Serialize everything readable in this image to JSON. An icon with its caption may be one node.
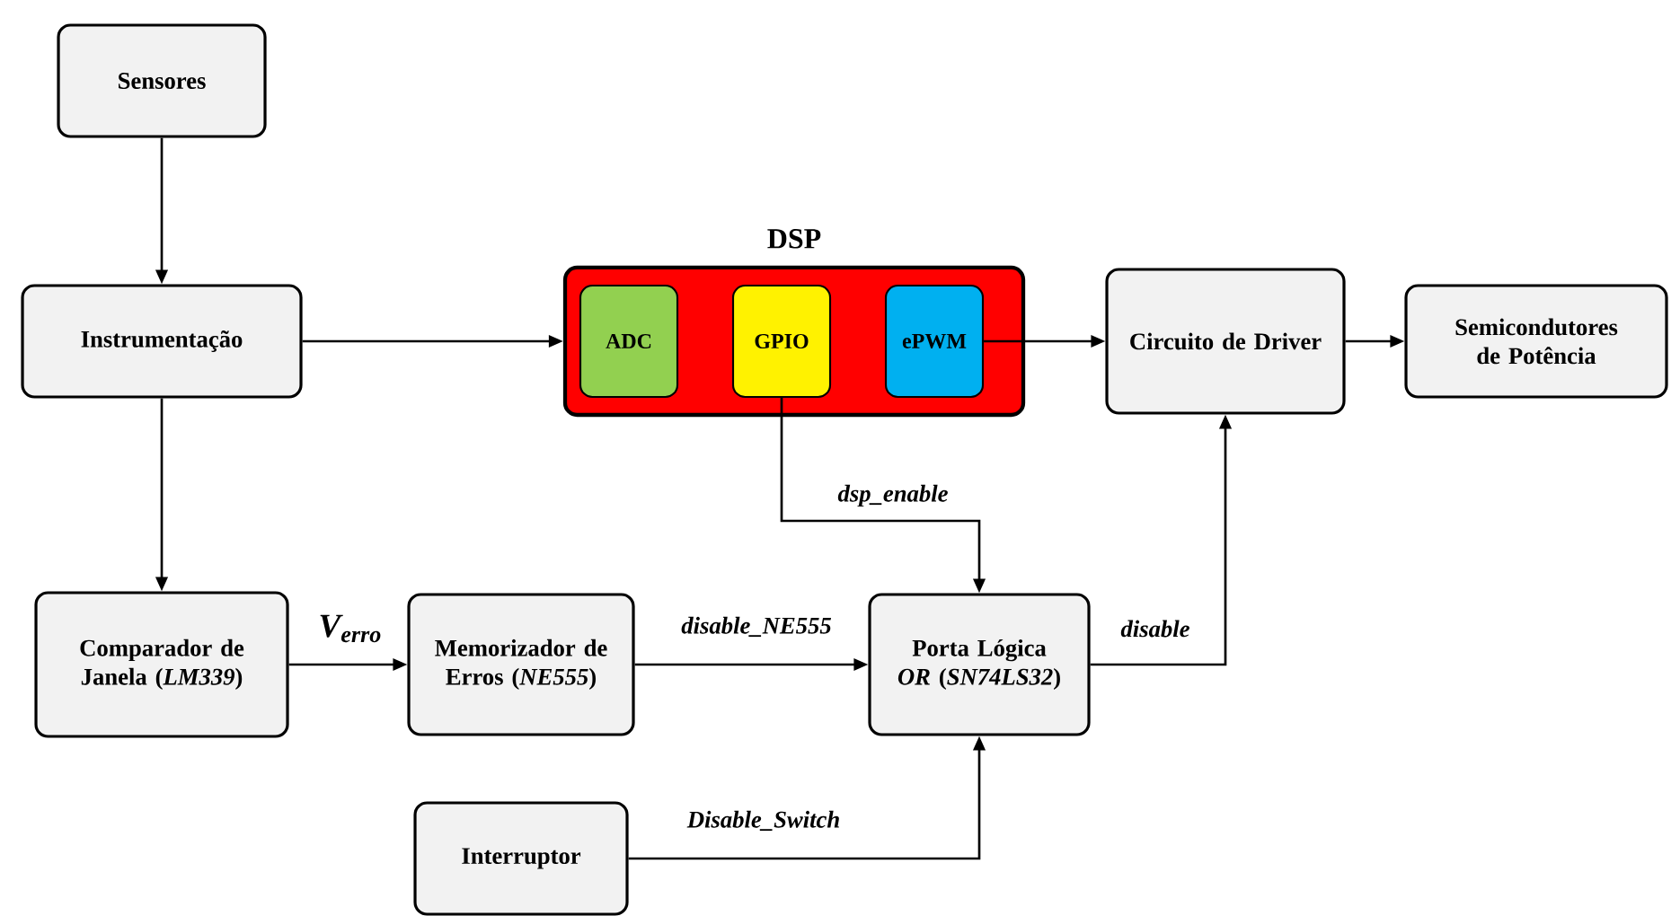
{
  "diagram": {
    "nodes": [
      {
        "text": [
          "Sensores"
        ]
      },
      {
        "text": [
          "Instrumentação"
        ]
      },
      {
        "text": [
          "DSP"
        ]
      },
      {
        "text": [
          "ADC"
        ],
        "in": 2
      },
      {
        "text": [
          "GPIO"
        ],
        "in": 2
      },
      {
        "text": [
          "ePWM"
        ],
        "in": 2
      },
      {
        "text": [
          "Circuito de Driver"
        ]
      },
      {
        "text": [
          "Semicondutores de Potência"
        ]
      },
      {
        "text": [
          "Comparador de Janela (*LM339*)"
        ]
      },
      {
        "text": [
          "Memorizador de Erros (*NE555*)"
        ]
      },
      {
        "text": [
          "Porta Lógica *OR* (*SN74LS32*)"
        ]
      },
      {
        "text": [
          "Interruptor"
        ]
      }
    ],
    "edges": [
      {
        "from": 0,
        "to": 1,
        "arrow": "to"
      },
      {
        "from": 1,
        "to": 2,
        "arrow": "to"
      },
      {
        "from": 1,
        "to": 8,
        "arrow": "to"
      },
      {
        "from": 8,
        "to": 9,
        "arrow": "to",
        "label": "V$_{erro}$"
      },
      {
        "from": 9,
        "to": 10,
        "arrow": "to",
        "label": "disable_NE555"
      },
      {
        "from": 4,
        "to": 10,
        "arrow": "to",
        "label": "dsp_enable"
      },
      {
        "from": 5,
        "to": 6,
        "arrow": "to"
      },
      {
        "from": 6,
        "to": 7,
        "arrow": "to"
      },
      {
        "from": 10,
        "to": 6,
        "arrow": "to",
        "label": "disable"
      },
      {
        "from": 11,
        "to": 10,
        "arrow": "to",
        "label": "Disable_Switch"
      }
    ]
  }
}
